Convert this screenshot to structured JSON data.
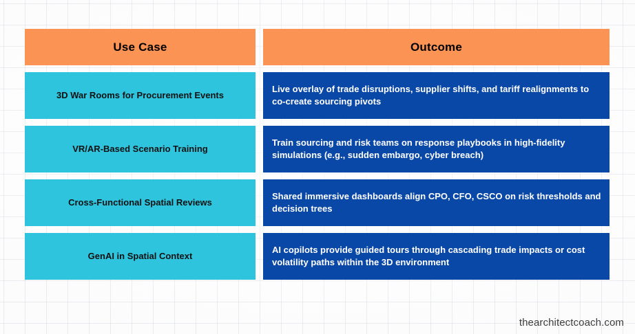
{
  "slide": {
    "background_color": "#fcfcfd",
    "grid_line_color": "#cdd2da"
  },
  "table": {
    "header": {
      "background_color": "#fb9355",
      "text_color": "#000000",
      "columns": [
        {
          "label": "Use Case"
        },
        {
          "label": "Outcome"
        }
      ]
    },
    "body": {
      "use_case_background_color": "#2ec4de",
      "use_case_text_color": "#111111",
      "outcome_background_color": "#0a48a8",
      "outcome_text_color": "#ffffff",
      "rows": [
        {
          "use_case": "3D War Rooms for Procurement Events",
          "outcome": "Live overlay of trade disruptions, supplier shifts, and tariff realignments to co-create sourcing pivots"
        },
        {
          "use_case": "VR/AR-Based Scenario Training",
          "outcome": "Train sourcing and risk teams on response playbooks in high-fidelity simulations (e.g., sudden embargo, cyber breach)"
        },
        {
          "use_case": "Cross-Functional Spatial Reviews",
          "outcome": "Shared immersive dashboards align CPO, CFO, CSCO on risk thresholds and decision trees"
        },
        {
          "use_case": "GenAI in Spatial Context",
          "outcome": "AI copilots provide guided tours through cascading trade impacts or cost volatility paths within the 3D environment"
        }
      ]
    }
  },
  "watermark": {
    "text": "thearchitectcoach.com"
  }
}
